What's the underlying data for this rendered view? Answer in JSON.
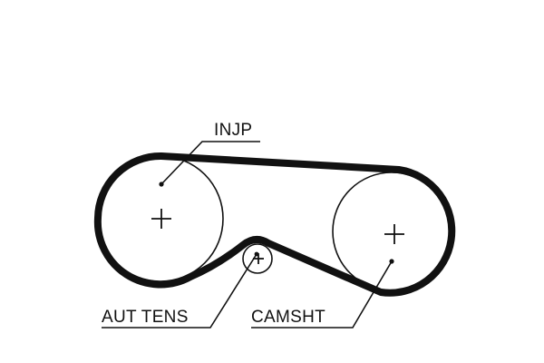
{
  "labels": {
    "injection_pump": "INJP",
    "auto_tensioner": "AUT TENS",
    "camshaft": "CAMSHT"
  },
  "colors": {
    "line": "#111111",
    "background": "#ffffff"
  }
}
